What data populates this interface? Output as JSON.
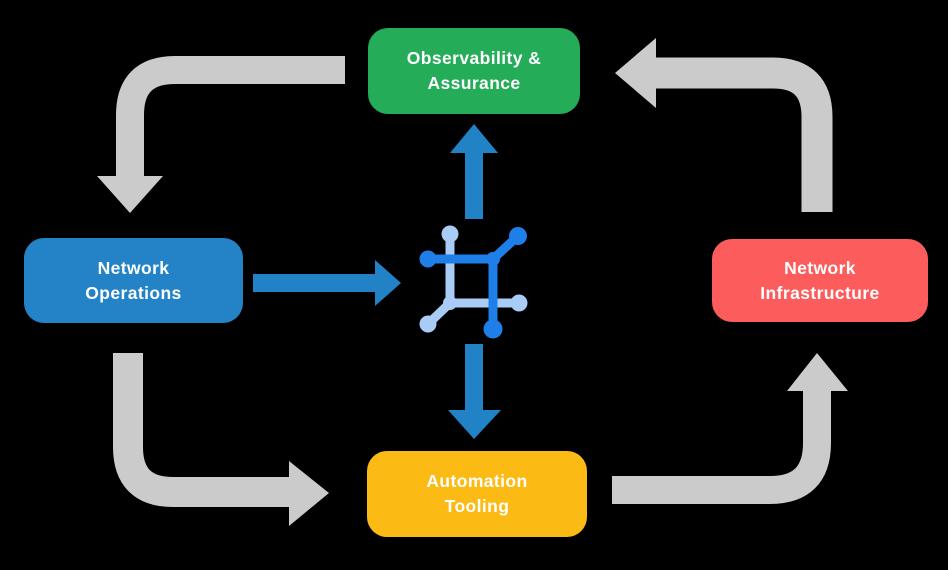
{
  "palette": {
    "background": "#000000",
    "node_text": "#FFFFFF",
    "green": "#24AC58",
    "blue": "#2383C6",
    "red": "#FC5C5C",
    "yellow": "#FCBA14",
    "cycle_arrow_gray": "#CBCBCB",
    "flow_arrow_blue": "#2182C6",
    "icon_dark_blue": "#1E7FE8",
    "icon_light_blue": "#A9CCF6"
  },
  "nodes": [
    {
      "id": "observability",
      "line1": "Observability &",
      "line2": "Assurance",
      "color": "#24AC58"
    },
    {
      "id": "operations",
      "line1": "Network",
      "line2": "Operations",
      "color": "#2383C6"
    },
    {
      "id": "infrastructure",
      "line1": "Network",
      "line2": "Infrastructure",
      "color": "#FC5C5C"
    },
    {
      "id": "automation",
      "line1": "Automation",
      "line2": "Tooling",
      "color": "#FCBA14"
    }
  ],
  "center_icon": {
    "name": "network-grid-icon",
    "dark_color": "#1E7FE8",
    "light_color": "#A9CCF6"
  },
  "edges": [
    {
      "from": "Observability & Assurance",
      "to": "Network Operations",
      "type": "cycle",
      "color": "#CBCBCB"
    },
    {
      "from": "Network Operations",
      "to": "Automation Tooling",
      "type": "cycle",
      "color": "#CBCBCB"
    },
    {
      "from": "Automation Tooling",
      "to": "Network Infrastructure",
      "type": "cycle",
      "color": "#CBCBCB"
    },
    {
      "from": "Network Infrastructure",
      "to": "Observability & Assurance",
      "type": "cycle",
      "color": "#CBCBCB"
    },
    {
      "from": "Network Operations",
      "to": "network-grid-icon",
      "type": "flow",
      "color": "#2182C6"
    },
    {
      "from": "network-grid-icon",
      "to": "Observability & Assurance",
      "type": "flow",
      "color": "#2182C6"
    },
    {
      "from": "network-grid-icon",
      "to": "Automation Tooling",
      "type": "flow",
      "color": "#2182C6"
    }
  ]
}
